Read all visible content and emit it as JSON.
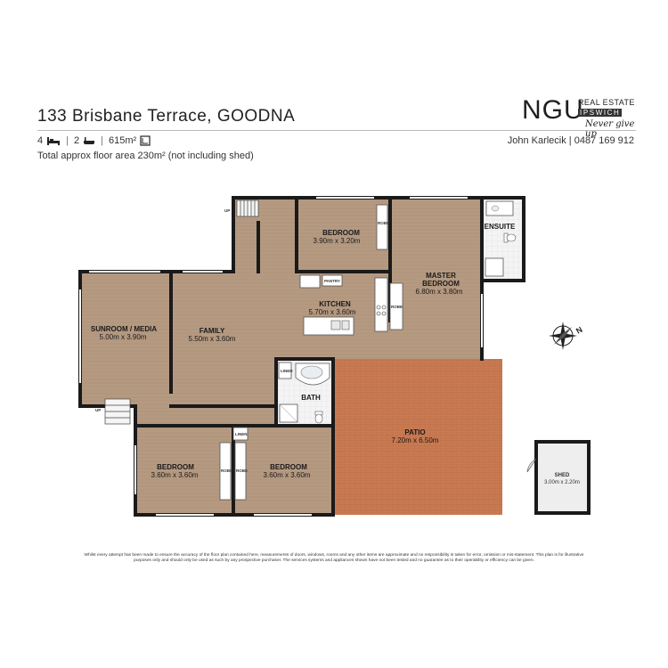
{
  "header": {
    "title": "133 Brisbane Terrace, GOODNA",
    "beds": "4",
    "baths": "2",
    "land": "615m²",
    "floor_area": "Total approx floor area 230m² (not including shed)",
    "agent": "John Karlecik | 0487 169 912"
  },
  "logo": {
    "name": "NGU",
    "line1": "REAL ESTATE",
    "line2": "IPSWICH",
    "slogan": "Never give up"
  },
  "rooms": {
    "bedroom_top": {
      "name": "BEDROOM",
      "dims": "3.90m  x 3.20m"
    },
    "ensuite": {
      "name": "ENSUITE"
    },
    "master": {
      "name1": "MASTER",
      "name2": "BEDROOM",
      "dims": "6.80m  x 3.80m"
    },
    "kitchen": {
      "name": "KITCHEN",
      "dims": "5.70m  x 3.60m"
    },
    "family": {
      "name": "FAMILY",
      "dims": "5.50m  x 3.60m"
    },
    "sunroom": {
      "name": "SUNROOM / MEDIA",
      "dims": "5.00m  x 3.90m"
    },
    "bath": {
      "name": "BATH"
    },
    "patio": {
      "name": "PATIO",
      "dims": "7.20m  x 6.50m"
    },
    "bedroom_left": {
      "name": "BEDROOM",
      "dims": "3.60m  x 3.60m"
    },
    "bedroom_right": {
      "name": "BEDROOM",
      "dims": "3.60m  x 3.60m"
    },
    "shed": {
      "name": "SHED",
      "dims": "3.00m  x 2.20m"
    }
  },
  "fixtures": {
    "robe": "ROBE",
    "pantry": "PANTRY",
    "linen": "LINEN",
    "up": "UP"
  },
  "colors": {
    "floor": "#b59a82",
    "patio": "#c97a52",
    "wall": "#1a1a1a",
    "shed_floor": "#eeeeee"
  },
  "disclaimer": "Whilst every attempt has been made to ensure the accuracy of the floor plan contained here, measurements of doors, windows, rooms and any other items are approximate and no responsibility is taken for error, omission or mis-statement. This plan is for illustrative purposes only and should only be used as such by any prospective purchaser. The services systems and appliances shown have not been tested and no guarantee as to their operability or efficiency can be given."
}
